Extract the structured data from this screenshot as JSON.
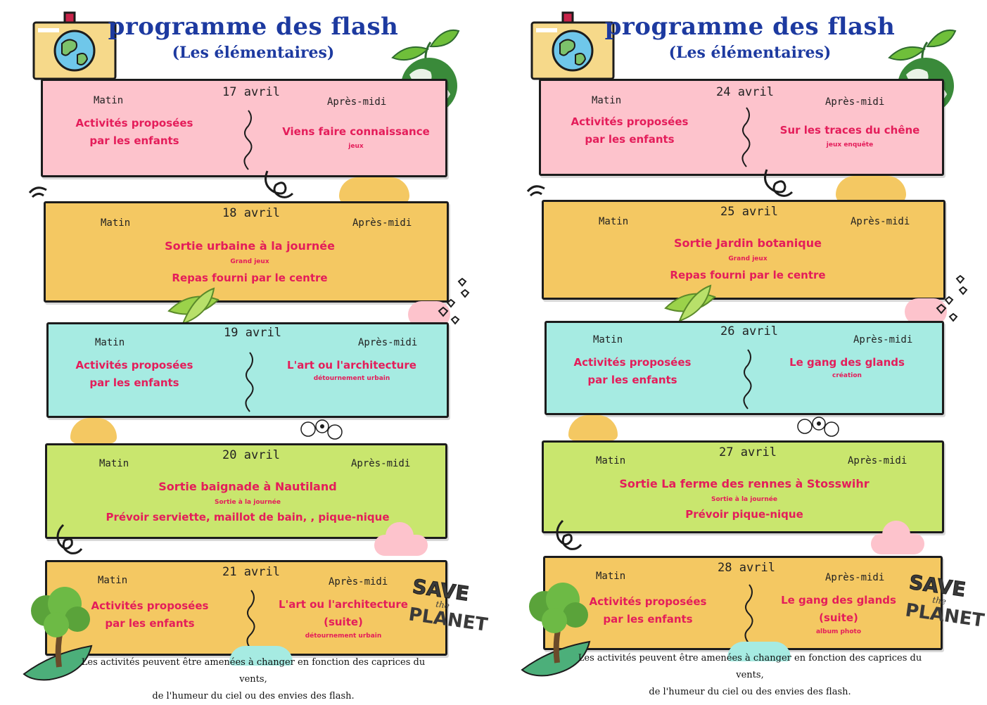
{
  "pages": [
    {
      "title": "programme des flash",
      "subtitle": "(Les élémentaires)",
      "days": [
        {
          "date": "17 avril",
          "matin": "Matin",
          "apres": "Après-midi",
          "morning": [
            "Activités proposées",
            "par les enfants"
          ],
          "afternoon": [
            "Viens faire connaissance"
          ],
          "afternoon_note": "jeux"
        },
        {
          "date": "18 avril",
          "matin": "Matin",
          "apres": "Après-midi",
          "full": "Sortie urbaine à la journée",
          "note": "Grand jeux",
          "extra": "Repas fourni par le centre"
        },
        {
          "date": "19 avril",
          "matin": "Matin",
          "apres": "Après-midi",
          "morning": [
            "Activités proposées",
            "par les enfants"
          ],
          "afternoon": [
            "L'art ou l'architecture"
          ],
          "afternoon_note": "détournement urbain"
        },
        {
          "date": "20 avril",
          "matin": "Matin",
          "apres": "Après-midi",
          "full": "Sortie baignade à Nautiland",
          "note": "Sortie à la journée",
          "extra": "Prévoir serviette, maillot de bain, , pique-nique"
        },
        {
          "date": "21 avril",
          "matin": "Matin",
          "apres": "Après-midi",
          "morning": [
            "Activités proposées",
            "par les enfants"
          ],
          "afternoon": [
            "L'art ou l'architecture",
            "(suite)"
          ],
          "afternoon_note": "détournement urbain"
        }
      ],
      "footer": [
        "Les activités peuvent être amenées à changer en fonction des caprices du vents,",
        "de l'humeur du ciel ou des envies des flash."
      ]
    },
    {
      "title": "programme des flash",
      "subtitle": "(Les élémentaires)",
      "days": [
        {
          "date": "24 avril",
          "matin": "Matin",
          "apres": "Après-midi",
          "morning": [
            "Activités proposées",
            "par les enfants"
          ],
          "afternoon": [
            "Sur les traces du chêne"
          ],
          "afternoon_note": "jeux enquête"
        },
        {
          "date": "25 avril",
          "matin": "Matin",
          "apres": "Après-midi",
          "full": "Sortie Jardin botanique",
          "note": "Grand jeux",
          "extra": "Repas fourni par le centre"
        },
        {
          "date": "26 avril",
          "matin": "Matin",
          "apres": "Après-midi",
          "morning": [
            "Activités proposées",
            "par les enfants"
          ],
          "afternoon": [
            "Le gang des glands"
          ],
          "afternoon_note": "création"
        },
        {
          "date": "27 avril",
          "matin": "Matin",
          "apres": "Après-midi",
          "full": "Sortie La ferme des rennes à Stosswihr",
          "note": "Sortie à la journée",
          "extra": "Prévoir pique-nique"
        },
        {
          "date": "28 avril",
          "matin": "Matin",
          "apres": "Après-midi",
          "morning": [
            "Activités proposées",
            "par les enfants"
          ],
          "afternoon": [
            "Le gang des glands",
            "(suite)"
          ],
          "afternoon_note": "album photo"
        }
      ],
      "footer": [
        "Les activités peuvent être amenées à changer en fonction des caprices du vents,",
        "de l'humeur du ciel ou des envies des flash."
      ]
    }
  ],
  "badge": {
    "line1": "SAVE",
    "line2": "the",
    "line3": "PLANET"
  },
  "colors": {
    "title": "#1d3aa0",
    "activity": "#e41d5a",
    "pink": "#fdc3cc",
    "yellow": "#f4c862",
    "cyan": "#a6ebe2",
    "green": "#c9e66e"
  },
  "icons": [
    "globe-sign-icon",
    "planet-sprout-icon",
    "tree-icon",
    "leaf-icon",
    "hearts-icon",
    "flowers-icon",
    "save-the-planet-badge"
  ]
}
